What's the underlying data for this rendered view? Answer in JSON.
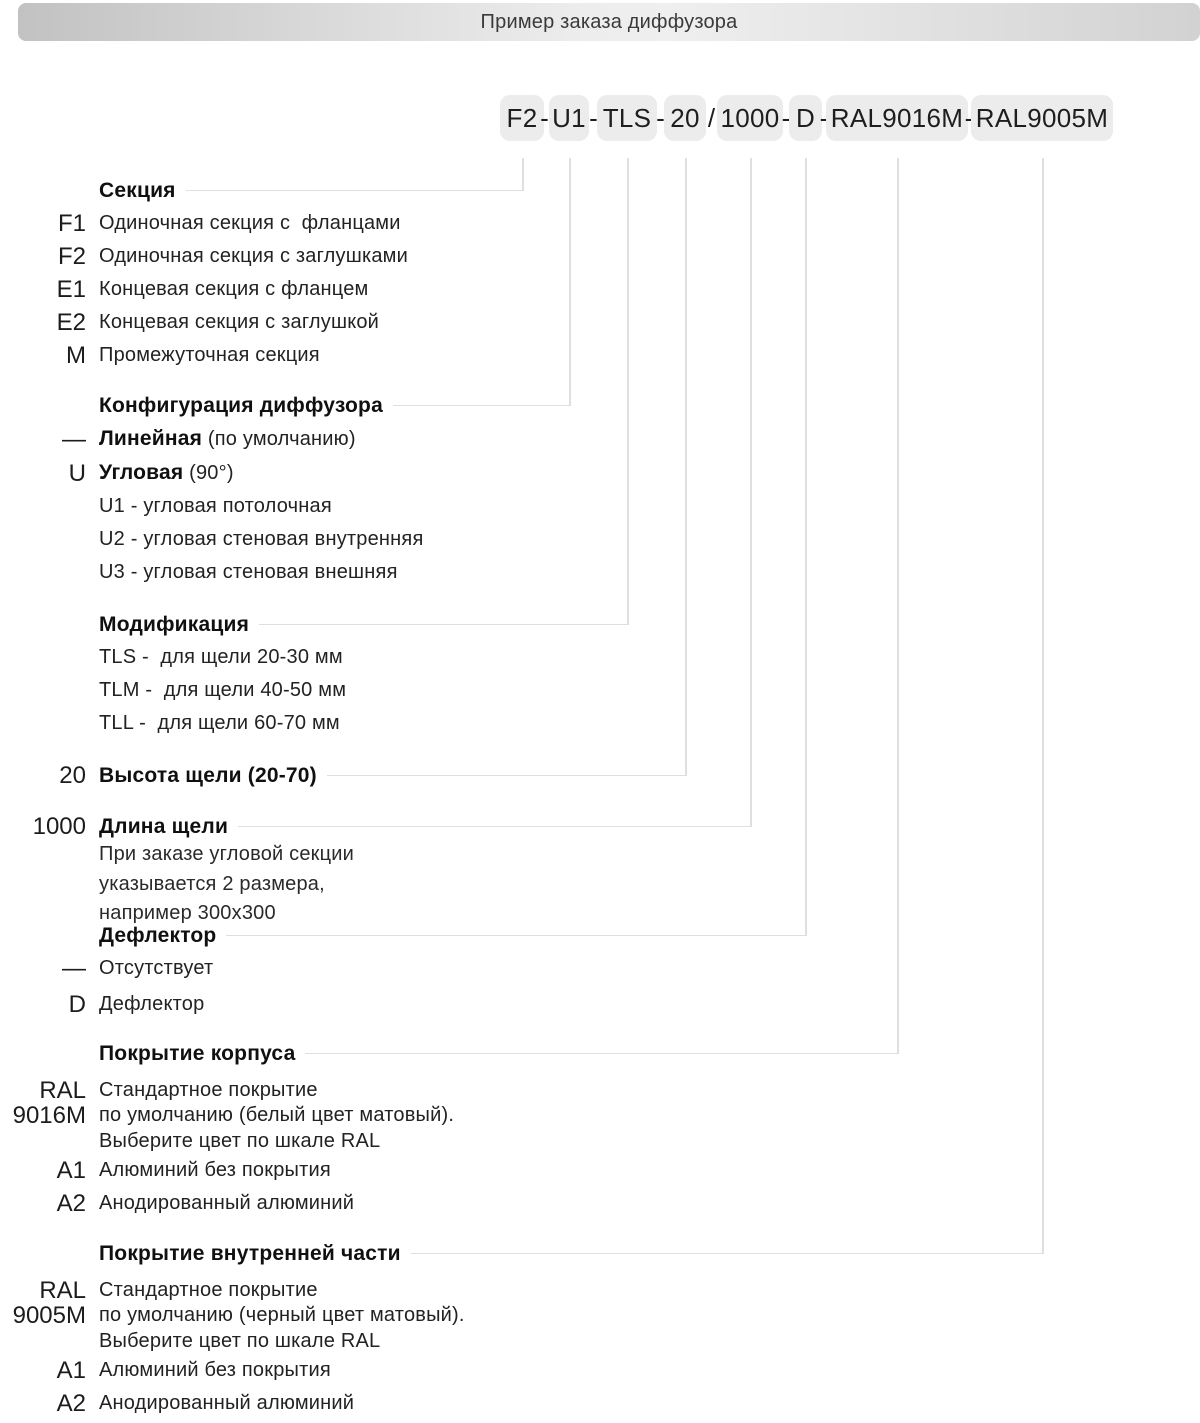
{
  "header": {
    "title": "Пример заказа диффузора"
  },
  "order_code": {
    "parts": [
      "F2",
      "U1",
      "TLS",
      "20",
      "1000",
      "D",
      "RAL9016M",
      "RAL9005M"
    ],
    "separators": [
      "-",
      "-",
      "-",
      "/",
      "-",
      "-",
      "-"
    ]
  },
  "colors": {
    "box_bg": "#ececec",
    "line": "#dfdfdf"
  },
  "sections": [
    {
      "title": "Секция",
      "items": [
        {
          "code": "F1",
          "text": "Одиночная секция с  фланцами"
        },
        {
          "code": "F2",
          "text": "Одиночная секция с заглушками"
        },
        {
          "code": "E1",
          "text": "Концевая секция с фланцем"
        },
        {
          "code": "E2",
          "text": "Концевая секция с заглушкой"
        },
        {
          "code": "M",
          "text": "Промежуточная секция"
        }
      ]
    },
    {
      "title": "Конфигурация диффузора",
      "items": [
        {
          "code": "—",
          "bold": "Линейная",
          "rest": "(по умолчанию)"
        },
        {
          "code": "U",
          "bold": "Угловая",
          "rest": "(90°)"
        }
      ],
      "subitems": [
        "U1 - угловая потолочная",
        "U2 - угловая стеновая внутренняя",
        "U3 - угловая стеновая внешняя"
      ]
    },
    {
      "title": "Модификация",
      "items": [
        {
          "text": "TLS -  для щели 20-30 мм"
        },
        {
          "text": "TLM -  для щели 40-50 мм"
        },
        {
          "text": "TLL -  для щели 60-70 мм"
        }
      ]
    },
    {
      "code": "20",
      "title": "Высота щели (20-70)"
    },
    {
      "code": "1000",
      "title": "Длина щели",
      "note": "При заказе угловой секции\nуказывается 2 размера,\nнапример 300x300"
    },
    {
      "title": "Дефлектор",
      "items": [
        {
          "code": "—",
          "text": "Отсутствует"
        },
        {
          "code": "D",
          "text": "Дефлектор"
        }
      ]
    },
    {
      "title": "Покрытие корпуса",
      "ral_code": "RAL\n9016M",
      "ral_text": "Стандартное покрытие\nпо умолчанию (белый цвет матовый).\nВыберите цвет по шкале RAL",
      "items": [
        {
          "code": "A1",
          "text": "Алюминий без покрытия"
        },
        {
          "code": "A2",
          "text": "Анодированный алюминий"
        }
      ]
    },
    {
      "title": "Покрытие внутренней части",
      "ral_code": "RAL\n9005M",
      "ral_text": "Стандартное покрытие\nпо умолчанию (черный цвет матовый).\nВыберите цвет по шкале RAL",
      "items": [
        {
          "code": "A1",
          "text": "Алюминий без покрытия"
        },
        {
          "code": "A2",
          "text": "Анодированный алюминий"
        }
      ]
    }
  ]
}
